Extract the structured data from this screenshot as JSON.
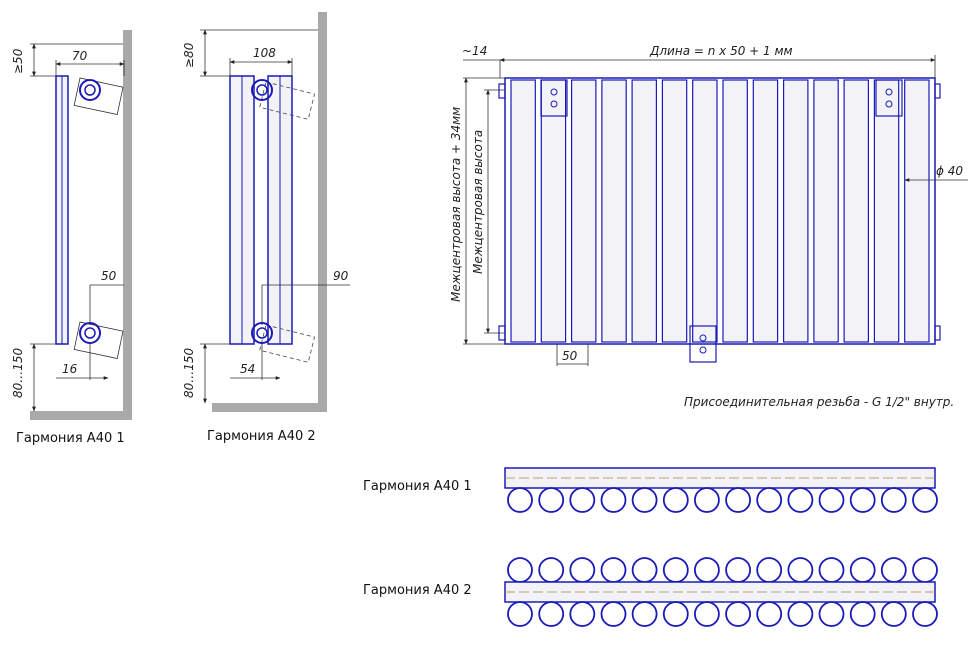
{
  "views": {
    "v1": {
      "caption": "Гармония А40 1",
      "dim_top_gap": "≥50",
      "dim_width": "70",
      "dim_pipe": "50",
      "dim_bottom_offset": "16",
      "dim_floor": "80…150"
    },
    "v2": {
      "caption": "Гармония А40 2",
      "dim_top_gap": "≥80",
      "dim_width": "108",
      "dim_pipe": "90",
      "dim_bottom_offset": "54",
      "dim_floor": "80…150"
    }
  },
  "front": {
    "dim_length": "Длина = n x 50 + 1 мм",
    "dim_offset": "~14",
    "dim_diameter": "ϕ 40",
    "dim_section": "50",
    "label_center_height_plus": "Межцентровая высота + 34мм",
    "label_center_height": "Межцентровая высота",
    "note_thread": "Присоединительная резьба - G 1/2\" внутр.",
    "section_count": 14
  },
  "tops": {
    "row1": {
      "caption": "Гармония А40 1",
      "circles_below": 14,
      "circles_above": 0
    },
    "row2": {
      "caption": "Гармония А40 2",
      "circles_below": 14,
      "circles_above": 14
    }
  }
}
